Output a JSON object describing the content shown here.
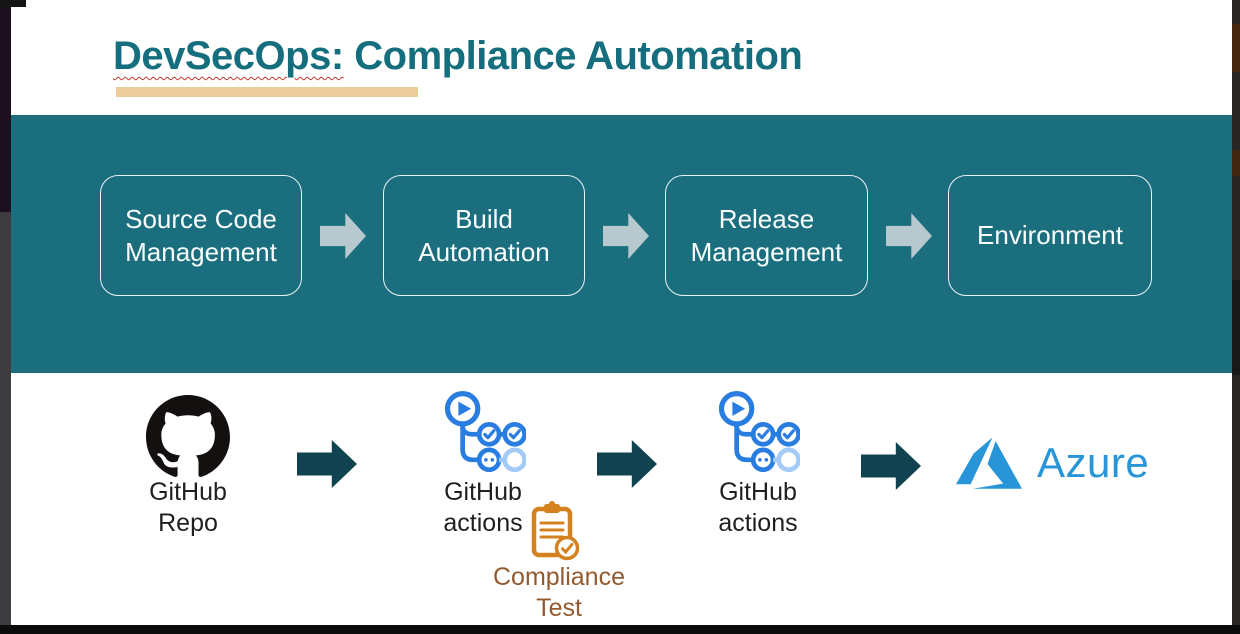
{
  "slide": {
    "title": {
      "word": "DevSecOps:",
      "rest": " Compliance Automation"
    },
    "pipeline": {
      "stages": [
        {
          "label": "Source Code Management"
        },
        {
          "label": "Build Automation"
        },
        {
          "label": "Release Management"
        },
        {
          "label": "Environment"
        }
      ]
    },
    "flow": {
      "github_repo": {
        "line1": "GitHub",
        "line2": "Repo"
      },
      "actions1": {
        "line1": "GitHub",
        "line2": "actions"
      },
      "actions2": {
        "line1": "GitHub",
        "line2": "actions"
      },
      "compliance": {
        "line1": "Compliance",
        "line2": "Test"
      },
      "azure": {
        "label": "Azure"
      }
    },
    "icons": {
      "github_repo": "github-octocat-logo",
      "actions": "github-actions-workflow-icon",
      "compliance": "clipboard-check-icon",
      "azure": "azure-logo",
      "stage_connector": "light-right-arrow",
      "flow_connector": "dark-right-arrow"
    }
  },
  "colors": {
    "teal_banner": "#1B6E7D",
    "teal_title": "#156E7E",
    "tan_underline": "#EBCD9C",
    "arrow_light": "#B7C8CF",
    "arrow_dark": "#104250",
    "gha_blue": "#2A7DE0",
    "gha_blue_light": "#A4CBF6",
    "orange": "#D4821F",
    "brown_text": "#925A2E",
    "azure_blue": "#2795D8"
  }
}
